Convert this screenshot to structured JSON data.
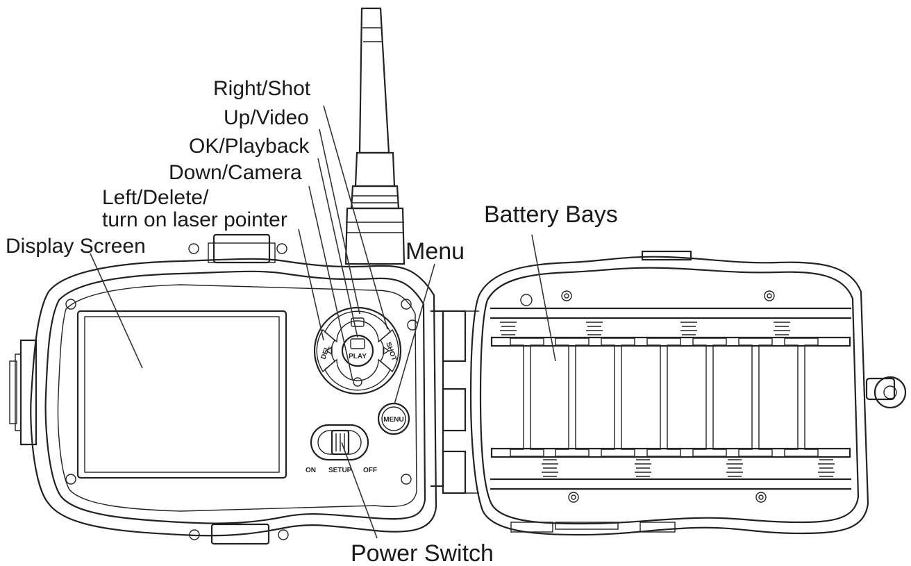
{
  "labels": {
    "right_shot": "Right/Shot",
    "up_video": "Up/Video",
    "ok_playback": "OK/Playback",
    "down_camera": "Down/Camera",
    "left_delete_line1": "Left/Delete/",
    "left_delete_line2": "turn on laser pointer",
    "display_screen": "Display Screen",
    "menu": "Menu",
    "battery_bays": "Battery Bays",
    "power_switch": "Power Switch"
  },
  "device_markings": {
    "del": "DEL",
    "play": "PLAY",
    "shot": "SHOT",
    "menu": "MENU",
    "on": "ON",
    "setup": "SETUP",
    "off": "OFF"
  },
  "colors": {
    "line": "#222222",
    "background": "#ffffff"
  }
}
